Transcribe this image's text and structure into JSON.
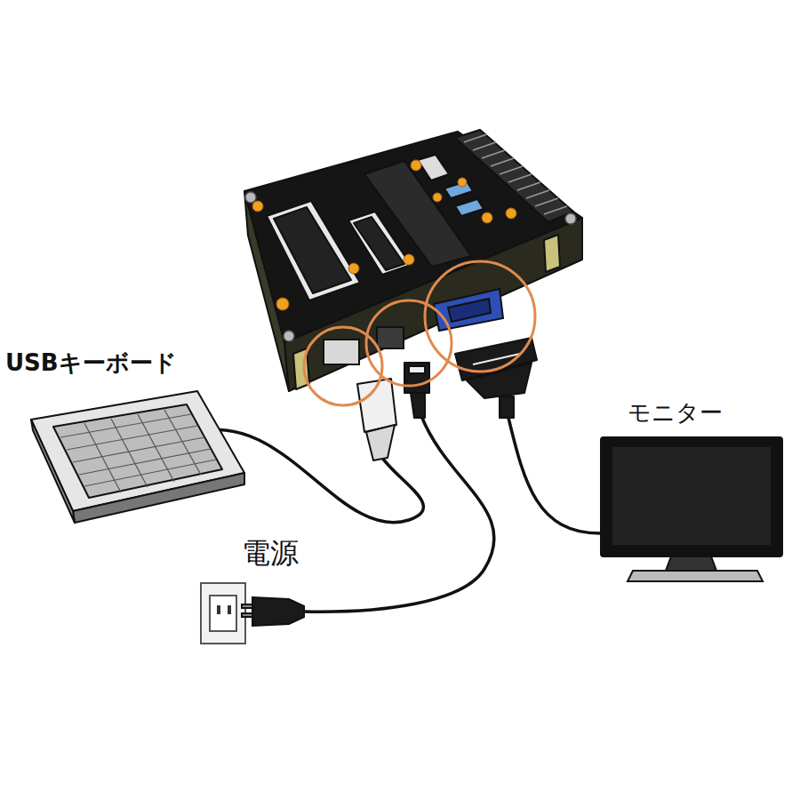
{
  "diagram": {
    "labels": [
      "USBキーボード",
      "電源",
      "モニター"
    ]
  }
}
